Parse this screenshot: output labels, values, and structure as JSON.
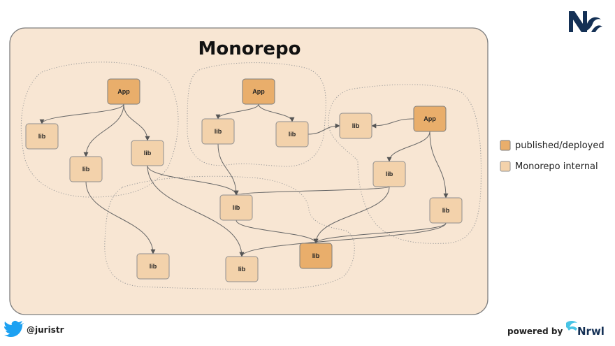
{
  "title": "Monorepo",
  "legend": [
    {
      "label": "published/deployed",
      "color": "#e9ae6b"
    },
    {
      "label": "Monorepo internal",
      "color": "#f3d2ab"
    }
  ],
  "footer": {
    "handle": "@juristr",
    "powered_by": "powered by",
    "brand": "Nrwl",
    "twitter_icon": "twitter-bird-icon"
  },
  "logo": {
    "text": "Nx",
    "icon": "nx-logo-icon"
  },
  "nodes": [
    {
      "id": "app1",
      "label": "App",
      "kind": "published"
    },
    {
      "id": "lib_a",
      "label": "lib",
      "kind": "internal"
    },
    {
      "id": "lib_b",
      "label": "lib",
      "kind": "internal"
    },
    {
      "id": "lib_c",
      "label": "lib",
      "kind": "internal"
    },
    {
      "id": "app2",
      "label": "App",
      "kind": "published"
    },
    {
      "id": "lib_d",
      "label": "lib",
      "kind": "internal"
    },
    {
      "id": "lib_e",
      "label": "lib",
      "kind": "internal"
    },
    {
      "id": "lib_f",
      "label": "lib",
      "kind": "internal"
    },
    {
      "id": "app3",
      "label": "App",
      "kind": "published"
    },
    {
      "id": "lib_g",
      "label": "lib",
      "kind": "internal"
    },
    {
      "id": "lib_h",
      "label": "lib",
      "kind": "internal"
    },
    {
      "id": "lib_i",
      "label": "lib",
      "kind": "internal"
    },
    {
      "id": "lib_j",
      "label": "lib",
      "kind": "internal"
    },
    {
      "id": "lib_k",
      "label": "lib",
      "kind": "internal"
    },
    {
      "id": "lib_l",
      "label": "lib",
      "kind": "published"
    }
  ],
  "edges": [
    {
      "from": "app1",
      "to": "lib_a"
    },
    {
      "from": "app1",
      "to": "lib_b"
    },
    {
      "from": "app1",
      "to": "lib_c"
    },
    {
      "from": "lib_b",
      "to": "lib_j"
    },
    {
      "from": "lib_c",
      "to": "lib_i"
    },
    {
      "from": "lib_c",
      "to": "lib_k"
    },
    {
      "from": "app2",
      "to": "lib_d"
    },
    {
      "from": "app2",
      "to": "lib_e"
    },
    {
      "from": "lib_d",
      "to": "lib_i"
    },
    {
      "from": "lib_e",
      "to": "lib_f"
    },
    {
      "from": "app3",
      "to": "lib_f"
    },
    {
      "from": "app3",
      "to": "lib_g"
    },
    {
      "from": "app3",
      "to": "lib_h"
    },
    {
      "from": "lib_g",
      "to": "lib_i"
    },
    {
      "from": "lib_g",
      "to": "lib_l"
    },
    {
      "from": "lib_h",
      "to": "lib_k"
    },
    {
      "from": "lib_h",
      "to": "lib_l"
    },
    {
      "from": "lib_i",
      "to": "lib_l"
    }
  ]
}
